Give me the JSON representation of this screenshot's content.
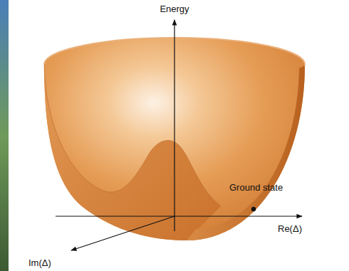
{
  "diagram": {
    "labels": [
      "Energy",
      "Ground state",
      "Re(Δ)",
      "Im(Δ)"
    ]
  }
}
